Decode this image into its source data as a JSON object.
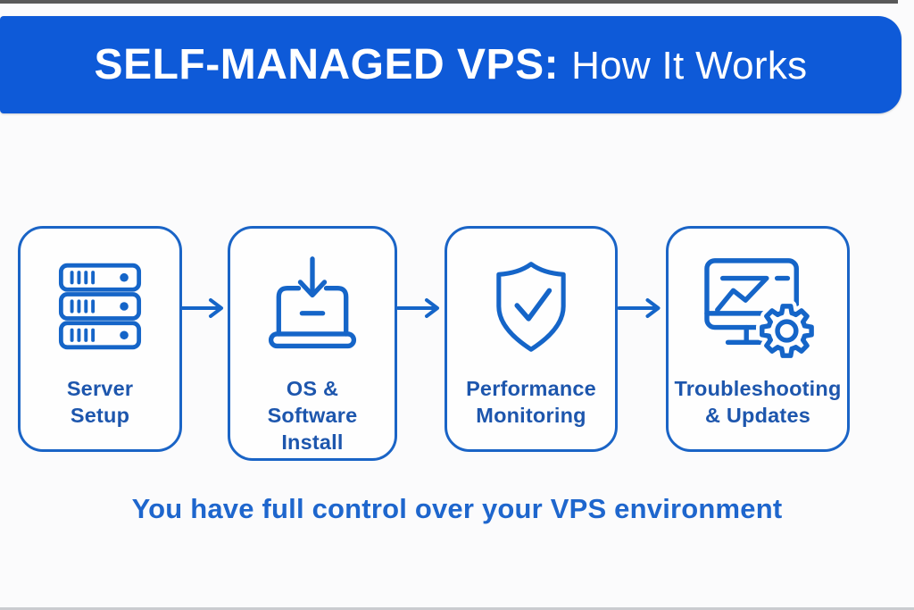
{
  "header": {
    "title_emphasis": "SELF-MANAGED VPS:",
    "title_rest": "How It Works"
  },
  "steps": [
    {
      "name": "server-setup",
      "icon": "server-rack-icon",
      "label": "Server Setup",
      "lines": [
        "Server",
        "Setup"
      ]
    },
    {
      "name": "os-software-install",
      "icon": "laptop-download-icon",
      "label": "OS & Software Install",
      "lines": [
        "OS &",
        "Software",
        "Install"
      ]
    },
    {
      "name": "performance-monitoring",
      "icon": "shield-check-icon",
      "label": "Performance Monitoring",
      "lines": [
        "Performance",
        "Monitoring"
      ]
    },
    {
      "name": "troubleshooting-updates",
      "icon": "monitor-gear-icon",
      "label": "Troubleshooting & Updates",
      "lines": [
        "Troubleshooting",
        "& Updates"
      ]
    }
  ],
  "flow": {
    "arrow_icon": "right-arrow-icon",
    "arrow_count": 3
  },
  "tagline": "You have full control over your VPS environment",
  "colors": {
    "banner_blue": "#0e5ad8",
    "outline_blue": "#1a64c6",
    "icon_stroke_blue": "#1565c8",
    "label_blue": "#1d56ad",
    "tagline_blue": "#1e66cd",
    "background": "#fbfbfc",
    "banner_text": "#ffffff"
  }
}
